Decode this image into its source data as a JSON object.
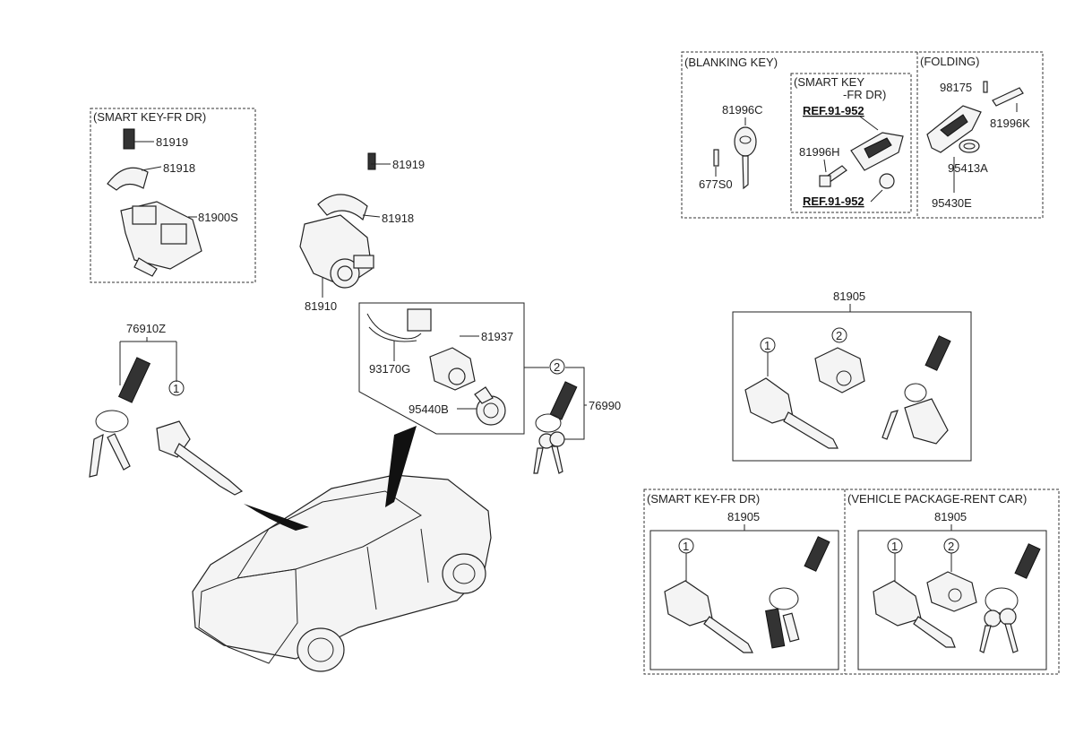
{
  "boxes": {
    "smart_key_fr_dr_left": "(SMART KEY-FR DR)",
    "blanking_key": "(BLANKING KEY)",
    "smart_key_fr_dr_line1": "(SMART KEY",
    "smart_key_fr_dr_line2": "-FR DR)",
    "folding": "(FOLDING)",
    "smart_key_fr_dr_bottom": "(SMART KEY-FR DR)",
    "vehicle_package": "(VEHICLE PACKAGE-RENT CAR)"
  },
  "parts": {
    "p81919_a": "81919",
    "p81918_a": "81918",
    "p81900S": "81900S",
    "p81919_b": "81919",
    "p81918_b": "81918",
    "p81910": "81910",
    "p76910Z": "76910Z",
    "p93170G": "93170G",
    "p81937": "81937",
    "p95440B": "95440B",
    "p76990": "76990",
    "p81996C": "81996C",
    "p677S0": "677S0",
    "p81996H": "81996H",
    "ref1": "REF.91-952",
    "ref2": "REF.91-952",
    "p98175": "98175",
    "p81996K": "81996K",
    "p95413A": "95413A",
    "p95430E": "95430E",
    "p81905_a": "81905",
    "p81905_b": "81905",
    "p81905_c": "81905"
  },
  "callouts": {
    "c1": "1",
    "c2": "2"
  }
}
